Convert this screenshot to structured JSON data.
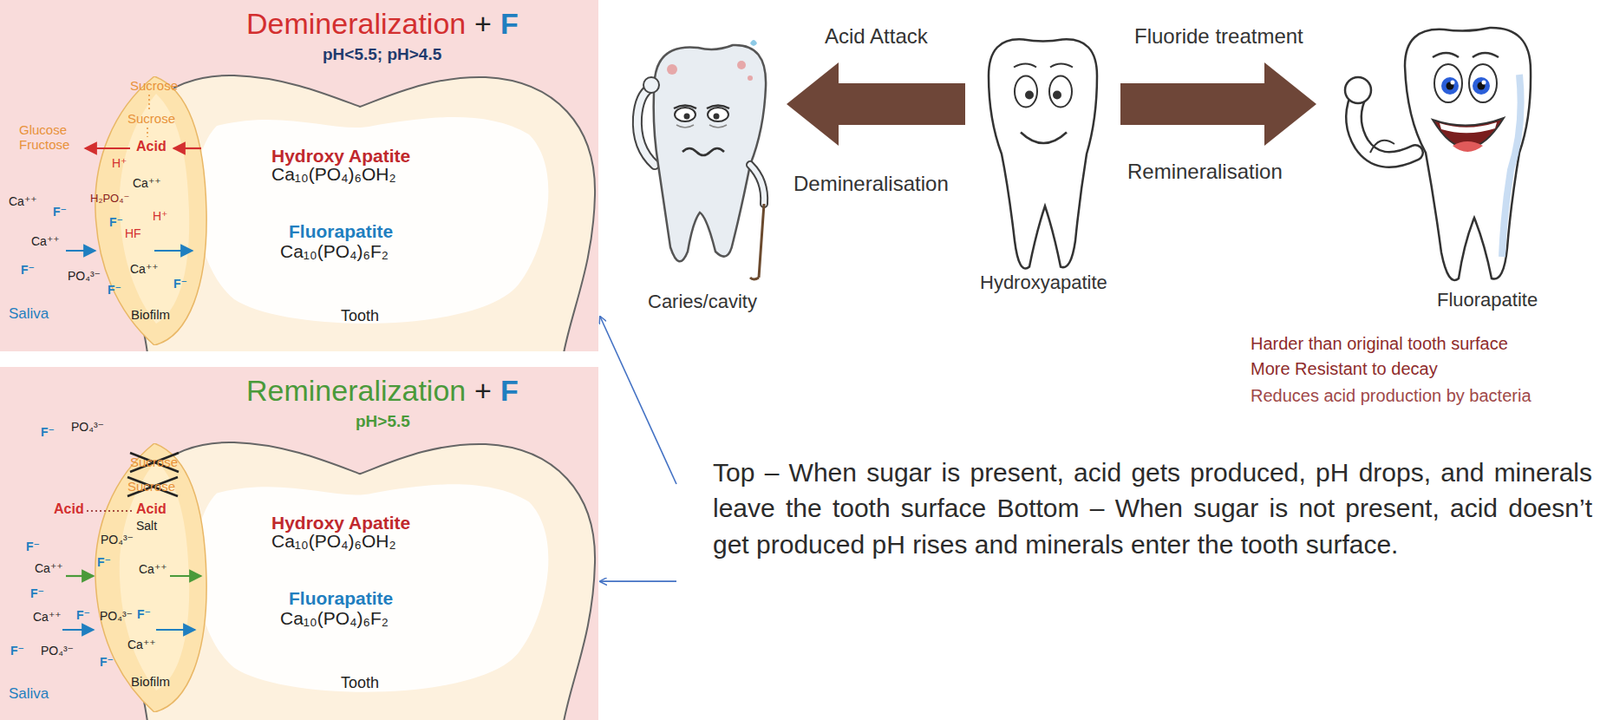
{
  "diagram": {
    "nodes": [
      {
        "text": [
          "Demineralization",
          "+",
          "F",
          "pH<5.5; pH>4.5"
        ]
      },
      {
        "text": [
          "Hydroxy Apatite",
          "Ca₁₀(PO₄)₆OH₂",
          "Fluorapatite",
          "Ca₁₀(PO₄)₆F₂",
          "Tooth"
        ],
        "in": 0
      },
      {
        "text": [
          "Biofilm"
        ],
        "in": 0
      },
      {
        "text": [
          "Caries/cavity"
        ]
      },
      {
        "text": [
          "Hydroxyapatite"
        ]
      },
      {
        "text": [
          "Fluorapatite"
        ]
      },
      {
        "text": [
          "Remineralization",
          "+",
          "F",
          "pH>5.5"
        ]
      },
      {
        "text": [
          "Hydroxy Apatite",
          "Ca₁₀(PO₄)₆OH₂",
          "Fluorapatite",
          "Ca₁₀(PO₄)₆F₂",
          "Tooth"
        ],
        "in": 6
      },
      {
        "text": [
          "Biofilm"
        ],
        "in": 6
      },
      {
        "text": [
          "Top – When sugar is present, acid gets produced, pH drops, and minerals leave the tooth surface Bottom – When sugar is not present, acid doesn’t get produced pH rises and minerals enter the tooth surface."
        ]
      }
    ],
    "edges": [
      {
        "from": 4,
        "to": 3,
        "label": "Acid Attack",
        "arrow": "to"
      },
      {
        "from": 4,
        "to": 5,
        "label": "Fluoride treatment",
        "arrow": "to"
      },
      {
        "from": 9,
        "to": 0,
        "arrow": "to"
      },
      {
        "from": 9,
        "to": 6,
        "arrow": "to"
      }
    ],
    "labels": [
      "Sucrose",
      "Sucrose",
      "Glucose Fructose",
      "Acid",
      "H⁺",
      "Ca⁺⁺",
      "Ca⁺⁺",
      "F⁻",
      "H₂PO₄⁻",
      "H⁺",
      "F⁻",
      "HF",
      "Ca⁺⁺",
      "F⁻",
      "PO₄³⁻",
      "Ca⁺⁺",
      "F⁻",
      "F⁻",
      "Saliva",
      "Demineralisation",
      "Remineralisation",
      "Harder than original tooth surface",
      "More Resistant to decay",
      "Reduces acid production by bacteria",
      "F⁻",
      "PO₄³⁻",
      "Sucrose",
      "Sucrose",
      "Acid",
      "Acid",
      "Salt",
      "PO₄³⁻",
      "F⁻",
      "Ca⁺⁺",
      "F⁻",
      "Ca⁺⁺",
      "F⁻",
      "Ca⁺⁺",
      "F⁻",
      "PO₄³⁻",
      "F⁻",
      "F⁻",
      "PO₄³⁻",
      "Ca⁺⁺",
      "F⁻",
      "Saliva"
    ]
  }
}
